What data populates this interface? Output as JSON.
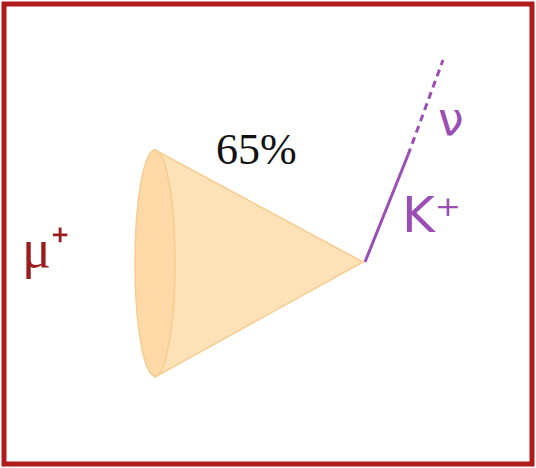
{
  "diagram": {
    "labels": [
      "μ⁺",
      "65%",
      "ν",
      "K⁺"
    ]
  }
}
